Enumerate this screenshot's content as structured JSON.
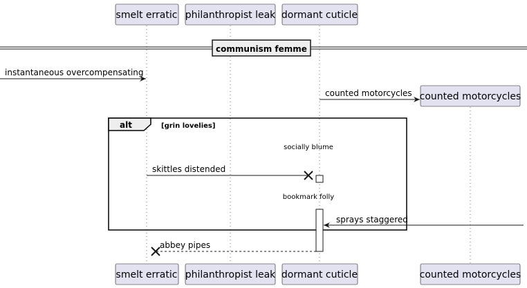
{
  "participants": [
    {
      "id": "p1",
      "label": "smelt erratic"
    },
    {
      "id": "p2",
      "label": "philanthropist leak"
    },
    {
      "id": "p3",
      "label": "dormant cuticle"
    },
    {
      "id": "p4",
      "label": "counted motorcycles"
    }
  ],
  "divider": {
    "label": "communism femme"
  },
  "messages": {
    "m1": "instantaneous overcompensating",
    "m2": "counted motorcycles",
    "m3": "skittles distended",
    "m4": "sprays staggered",
    "m5": "abbey pipes"
  },
  "alt": {
    "keyword": "alt",
    "guard": "[grin lovelies]"
  },
  "notes": {
    "n1": "socially blume",
    "n2": "bookmark folly"
  },
  "colors": {
    "participant_fill": "#e2e2f0",
    "line": "#181818"
  }
}
